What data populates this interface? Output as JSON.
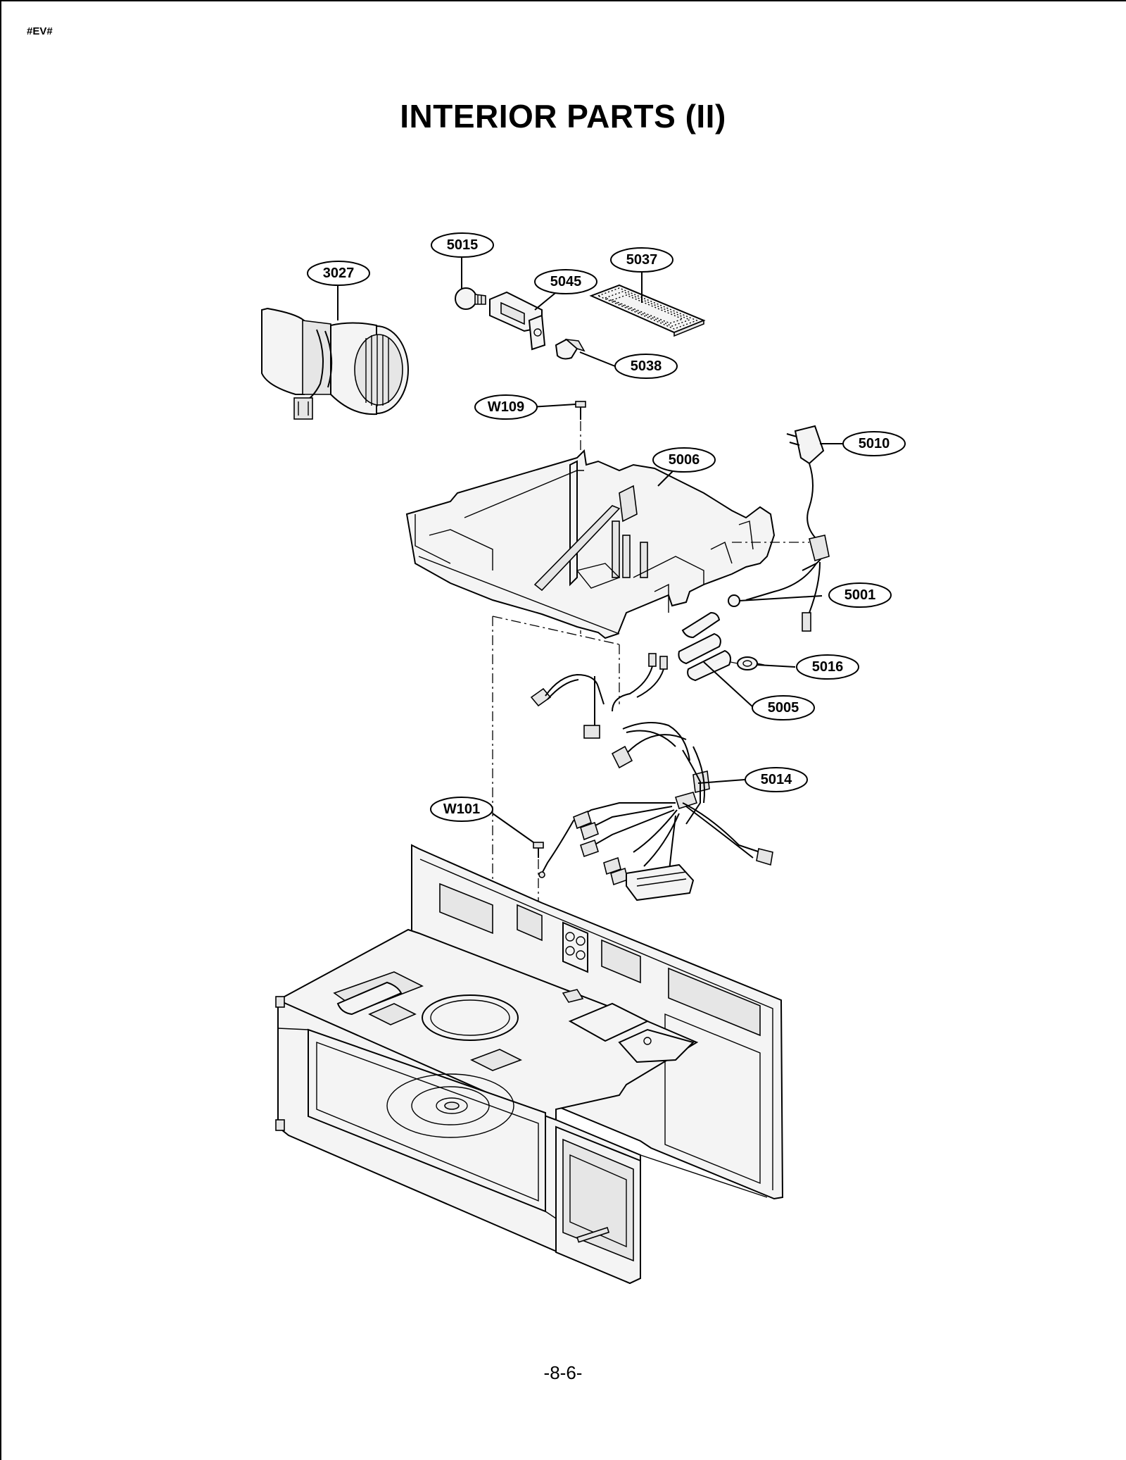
{
  "document": {
    "code": "#EV#",
    "title": "INTERIOR PARTS (II)",
    "page_number": "-8-6-"
  },
  "callouts": {
    "c3027": "3027",
    "c5015": "5015",
    "c5045": "5045",
    "c5037": "5037",
    "c5038": "5038",
    "cW109": "W109",
    "c5006": "5006",
    "c5010": "5010",
    "c5001": "5001",
    "c5016": "5016",
    "c5005": "5005",
    "c5014": "5014",
    "cW101": "W101"
  }
}
